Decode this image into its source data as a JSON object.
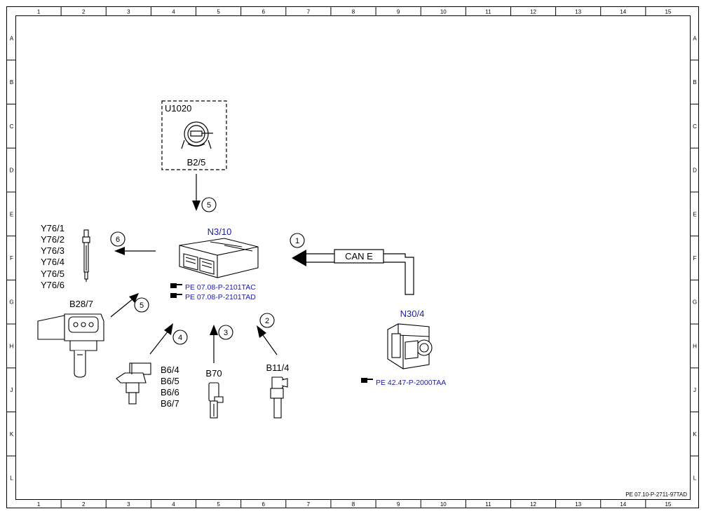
{
  "grid": {
    "columns": [
      "1",
      "2",
      "3",
      "4",
      "5",
      "6",
      "7",
      "8",
      "9",
      "10",
      "11",
      "12",
      "13",
      "14",
      "15"
    ],
    "rows": [
      "A",
      "B",
      "C",
      "D",
      "E",
      "F",
      "G",
      "H",
      "J",
      "K",
      "L"
    ]
  },
  "doc_id": "PE 07.10-P-2711-97TAD",
  "ecu": {
    "label": "N3/10",
    "refs": [
      "PE 07.08-P-2101TAC",
      "PE 07.08-P-2101TAD"
    ]
  },
  "inset": {
    "group": "U1020",
    "sensor": "B2/5"
  },
  "can_label": "CAN E",
  "module": {
    "label": "N30/4",
    "ref": "PE 42.47-P-2000TAA"
  },
  "injectors": [
    "Y76/1",
    "Y76/2",
    "Y76/3",
    "Y76/4",
    "Y76/5",
    "Y76/6"
  ],
  "sensors": {
    "boost": "B28/7",
    "camshaft": [
      "B6/4",
      "B6/5",
      "B6/6",
      "B6/7"
    ],
    "crank": "B70",
    "coolant": "B11/4"
  },
  "steps": {
    "can": "1",
    "coolant": "2",
    "crank": "3",
    "camshaft": "4",
    "boost": "5",
    "maf": "5",
    "injectors": "6"
  }
}
